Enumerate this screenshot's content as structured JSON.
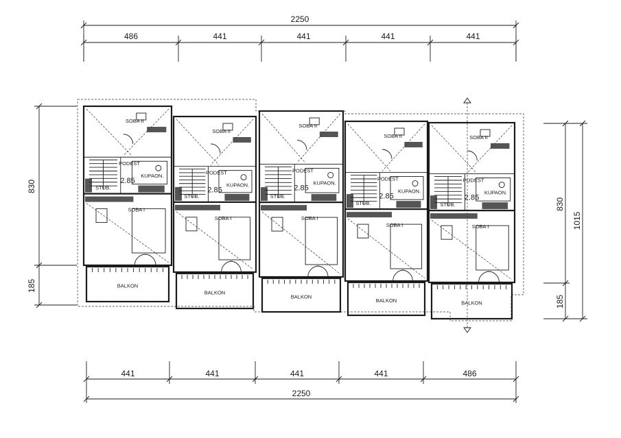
{
  "top_dims": {
    "total": "2250",
    "segments": [
      "486",
      "441",
      "441",
      "441",
      "441"
    ]
  },
  "bottom_dims": {
    "total": "2250",
    "segments": [
      "441",
      "441",
      "441",
      "441",
      "486"
    ]
  },
  "left_dims": [
    "830",
    "185"
  ],
  "right_dims": [
    "830",
    "1015",
    "185"
  ],
  "units": [
    {
      "soba2": "SOBA II",
      "podest": "PODEST",
      "kupaona": "KUPAON.",
      "level": "2.85",
      "stub": "STUB.",
      "soba1": "SOBA I",
      "balkon": "BALKON"
    },
    {
      "soba2": "SOBA II",
      "podest": "PODEST",
      "kupaona": "KUPAON.",
      "level": "2.85",
      "stub": "STUB.",
      "soba1": "SOBA I",
      "balkon": "BALKON"
    },
    {
      "soba2": "SOBA II",
      "podest": "PODEST",
      "kupaona": "KUPAON.",
      "level": "2.85",
      "stub": "STUB.",
      "soba1": "SOBA I",
      "balkon": "BALKON"
    },
    {
      "soba2": "SOBA II",
      "podest": "PODEST",
      "kupaona": "KUPAON.",
      "level": "2.85",
      "stub": "STUB.",
      "soba1": "SOBA I",
      "balkon": "BALKON"
    },
    {
      "soba2": "SOBA II",
      "podest": "PODEST",
      "kupaona": "KUPAON.",
      "level": "2.85",
      "stub": "STUB.",
      "soba1": "SOBA I",
      "balkon": "BALKON"
    }
  ]
}
